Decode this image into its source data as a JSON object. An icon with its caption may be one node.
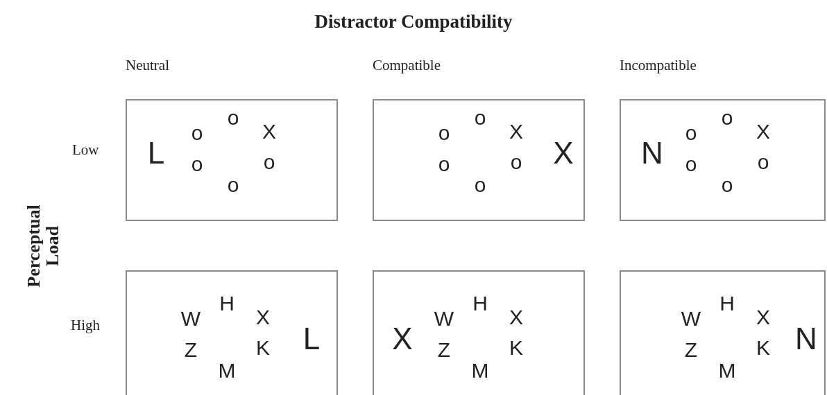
{
  "diagram": {
    "title": "Distractor Compatibility",
    "nodes": [
      {
        "text": [
          "o",
          "o",
          "X",
          "L",
          "o",
          "o",
          "o"
        ]
      },
      {
        "text": [
          "o",
          "o",
          "X",
          "X",
          "o",
          "o",
          "o"
        ]
      },
      {
        "text": [
          "o",
          "o",
          "X",
          "N",
          "o",
          "o",
          "o"
        ]
      },
      {
        "text": [
          "H",
          "W",
          "X",
          "L",
          "Z",
          "K",
          "M"
        ]
      },
      {
        "text": [
          "H",
          "W",
          "X",
          "X",
          "Z",
          "K",
          "M"
        ]
      },
      {
        "text": [
          "H",
          "W",
          "X",
          "N",
          "Z",
          "K",
          "M"
        ]
      }
    ],
    "labels": [
      "Neutral",
      "Compatible",
      "Incompatible",
      "Low",
      "Perceptual Load",
      "High"
    ]
  }
}
